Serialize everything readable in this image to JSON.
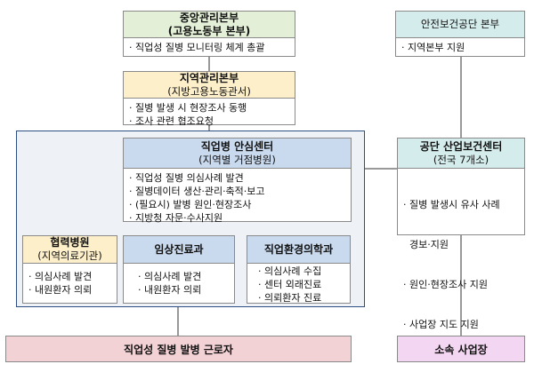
{
  "central": {
    "title": "중앙관리본부",
    "subtitle": "(고용노동부 본부)",
    "items": [
      "· 직업성 질병 모니터링 체계 총괄"
    ]
  },
  "safety_agency": {
    "title": "안전보건공단 본부",
    "items": [
      "· 지역본부 지원"
    ]
  },
  "regional": {
    "title": "지역관리본부",
    "subtitle": "(지방고용노동관서)",
    "items": [
      "· 질병 발생 시 현장조사 동행",
      "· 조사 관련 협조요청"
    ]
  },
  "safety_center": {
    "title": "직업병 안심센터",
    "subtitle": "(지역별 거점병원)",
    "items": [
      "· 직업성 질병 의심사례 발견",
      "· 질병데이터 생산·관리·축적·보고",
      "· (필요시) 발병 원인·현장조사",
      "· 지방청 자문·수사지원"
    ]
  },
  "industrial_center": {
    "title": "공단 산업보건센터",
    "subtitle": "(전국 7개소)",
    "items": [
      "· 질병 발생시 유사 사례",
      "  경보·지원",
      "· 원인·현장조사 지원",
      "· 사업장 지도 지원"
    ]
  },
  "cooperating_hospital": {
    "title": "협력병원",
    "subtitle": "(지역의료기관)",
    "items": [
      "· 의심사례 발견",
      "· 내원환자 의뢰"
    ]
  },
  "clinical": {
    "title": "임상진료과",
    "items": [
      "· 의심사례 발견",
      "· 내원환자 의뢰"
    ]
  },
  "occupational_medicine": {
    "title": "직업환경의학과",
    "items": [
      "· 의심사례 수집",
      "· 센터 외래진료",
      "· 의뢰환자 진료"
    ]
  },
  "workers": {
    "title": "직업성 질병 발병 근로자"
  },
  "workplace": {
    "title": "소속 사업장"
  }
}
